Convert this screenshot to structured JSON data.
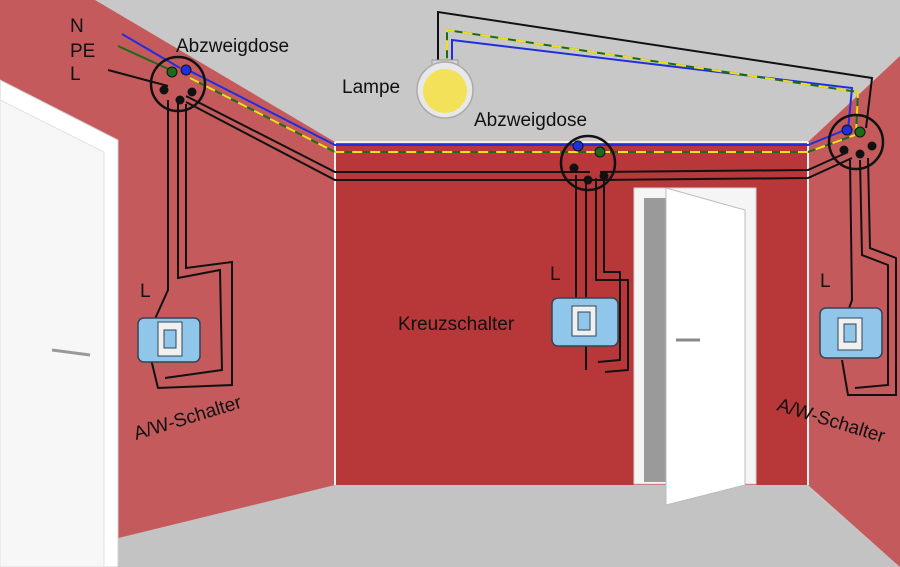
{
  "labels": {
    "n": "N",
    "pe": "PE",
    "l_main": "L",
    "jbox_left": "Abzweigdose",
    "lamp": "Lampe",
    "jbox_center": "Abzweigdose",
    "l_left": "L",
    "l_center": "L",
    "l_right": "L",
    "cross_switch": "Kreuzschalter",
    "switch_left": "A/W-Schalter",
    "switch_right": "A/W-Schalter"
  },
  "colors": {
    "wall_side": "#c45a5c",
    "wall_back": "#b83739",
    "ceiling": "#c8c8c8",
    "floor": "#c3c3c3",
    "wire_n": "#1f2fe0",
    "wire_pe_green": "#1a6b1a",
    "wire_pe_yellow": "#f2df1a",
    "wire_l": "#111111",
    "lamp_glass": "#f4e15a",
    "switch_blue": "#8fc6ea"
  }
}
